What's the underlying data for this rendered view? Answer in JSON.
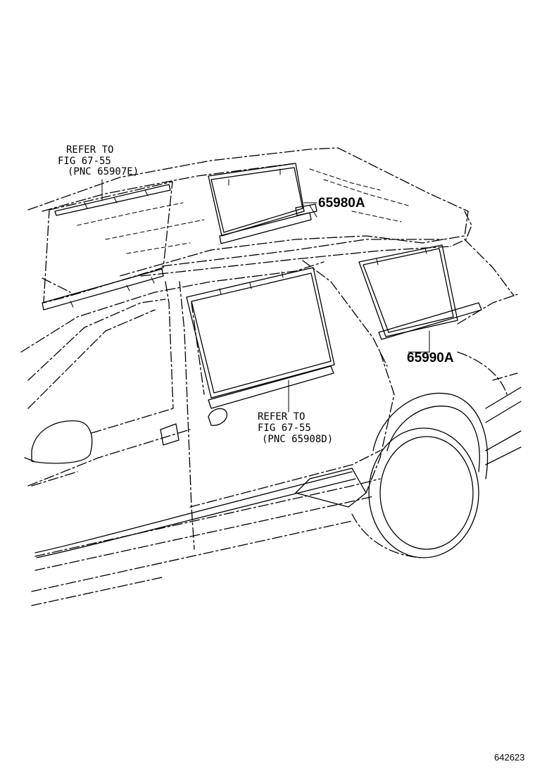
{
  "references": [
    {
      "line1": "REFER TO",
      "line2": "FIG 67-55",
      "line3": "(PNC 65907E)"
    },
    {
      "line1": "REFER TO",
      "line2": "FIG 67-55",
      "line3": "(PNC 65908D)"
    }
  ],
  "parts": [
    {
      "number": "65980A"
    },
    {
      "number": "65990A"
    }
  ],
  "illustration_number": "642623"
}
